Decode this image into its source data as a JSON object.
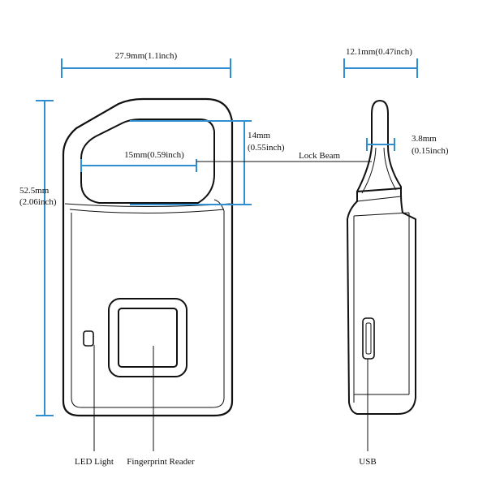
{
  "dimensions": {
    "front_width": "27.9mm(1.1inch)",
    "side_width": "12.1mm(0.47inch)",
    "height_mm": "52.5mm",
    "height_in": "(2.06inch)",
    "shackle_inner_width": "15mm(0.59inch)",
    "shackle_inner_height_mm": "14mm",
    "shackle_inner_height_in": "(0.55inch)",
    "beam_thickness_mm": "3.8mm",
    "beam_thickness_in": "(0.15inch)"
  },
  "callouts": {
    "lock_beam": "Lock Beam",
    "led_light": "LED Light",
    "fingerprint_reader": "Fingerprint Reader",
    "usb": "USB"
  },
  "colors": {
    "dimension_line": "#2f8fd0",
    "outline": "#111111",
    "background": "#ffffff"
  }
}
